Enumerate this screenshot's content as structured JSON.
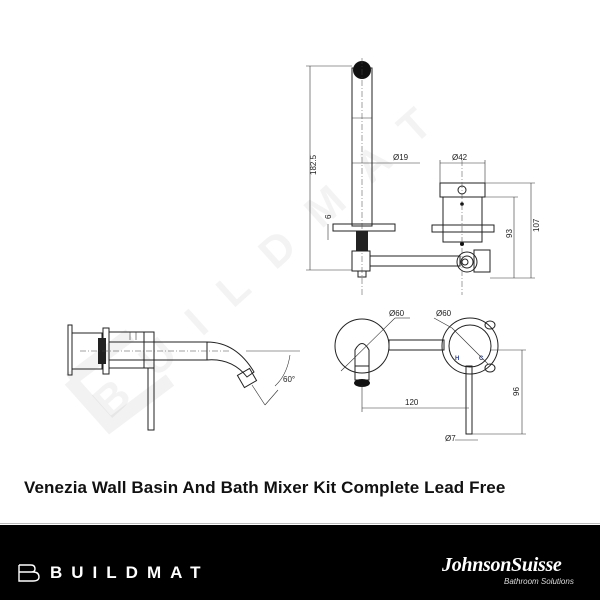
{
  "product": {
    "title": "Venezia Wall Basin And Bath Mixer Kit Complete Lead Free"
  },
  "watermark": {
    "text": "BUILDMAT"
  },
  "drawing": {
    "top_view": {
      "dim_spout_length": "182.5",
      "dim_spout_diameter": "Ø19",
      "dim_plate_thickness": "6",
      "dim_body_diameter": "Ø42",
      "dim_body_height": "93",
      "dim_total_height": "107"
    },
    "side_view": {
      "dim_spout_angle": "60°"
    },
    "front_view": {
      "dim_spout_plate_diameter": "Ø60",
      "dim_mixer_plate_diameter": "Ø60",
      "dim_centres": "120",
      "dim_handle_drop": "96",
      "dim_handle_diameter": "Ø7",
      "label_hot": "H",
      "label_cold": "C"
    }
  },
  "footer": {
    "left_brand": "BUILDMAT",
    "right_brand": "JohnsonSuisse",
    "right_tagline": "Bathroom Solutions",
    "background": "#000000",
    "text_color": "#ffffff"
  }
}
